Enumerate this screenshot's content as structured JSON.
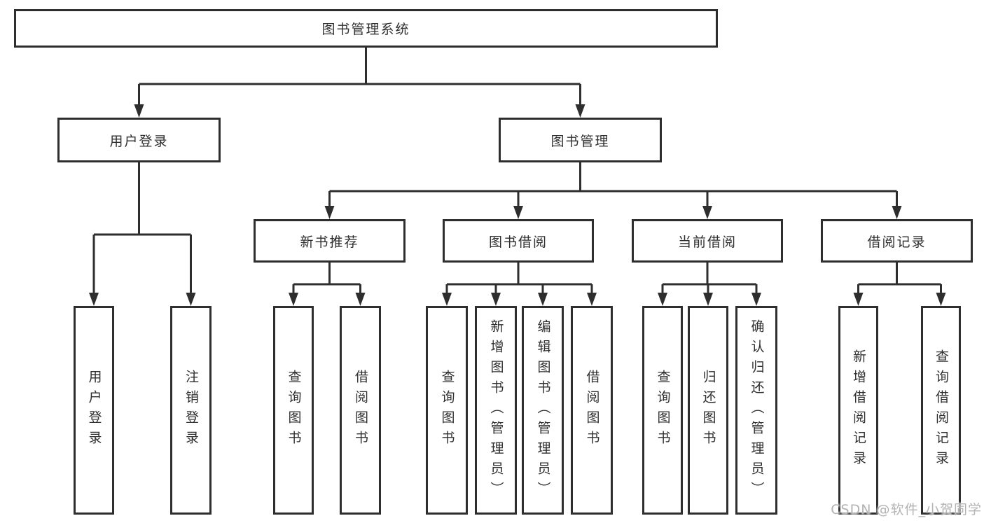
{
  "tree": {
    "root": {
      "label": "图书管理系统",
      "children": [
        {
          "label": "用户登录",
          "children": [
            {
              "label": "用户登录"
            },
            {
              "label": "注销登录"
            }
          ]
        },
        {
          "label": "图书管理",
          "children": [
            {
              "label": "新书推荐",
              "children": [
                {
                  "label": "查询图书"
                },
                {
                  "label": "借阅图书"
                }
              ]
            },
            {
              "label": "图书借阅",
              "children": [
                {
                  "label": "查询图书"
                },
                {
                  "label": "新增图书（管理员）"
                },
                {
                  "label": "编辑图书（管理员）"
                },
                {
                  "label": "借阅图书"
                }
              ]
            },
            {
              "label": "当前借阅",
              "children": [
                {
                  "label": "查询图书"
                },
                {
                  "label": "归还图书"
                },
                {
                  "label": "确认归还（管理员）"
                }
              ]
            },
            {
              "label": "借阅记录",
              "children": [
                {
                  "label": "新增借阅记录"
                },
                {
                  "label": "查询借阅记录"
                }
              ]
            }
          ]
        }
      ]
    }
  },
  "watermark": {
    "text": "CSDN @软件_小贺同学"
  },
  "colors": {
    "line": "#2e2e2e",
    "box_border": "#2e2e2e",
    "text": "#2f2f2f",
    "watermark": "#b3b3b3",
    "background": "#ffffff"
  }
}
